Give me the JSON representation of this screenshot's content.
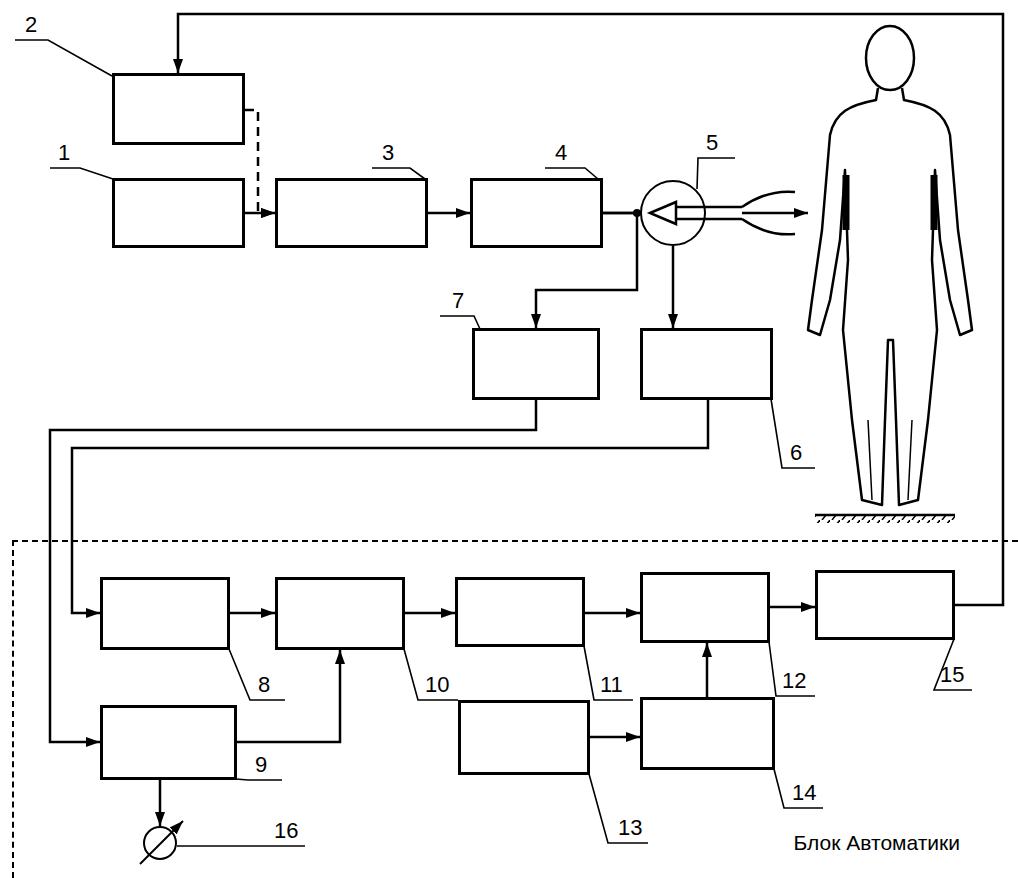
{
  "diagram": {
    "nodes": [
      {
        "text": [
          "2"
        ]
      },
      {
        "text": [
          "1"
        ]
      },
      {
        "text": [
          "3"
        ]
      },
      {
        "text": [
          "4"
        ]
      },
      {
        "text": [
          "5"
        ]
      },
      {
        "text": [
          "7"
        ]
      },
      {
        "text": [
          "6"
        ]
      },
      {
        "text": [
          "Блок Автоматики"
        ]
      },
      {
        "text": [
          "8"
        ],
        "in": 7
      },
      {
        "text": [
          "10"
        ],
        "in": 7
      },
      {
        "text": [
          "11"
        ],
        "in": 7
      },
      {
        "text": [
          "12"
        ],
        "in": 7
      },
      {
        "text": [
          "15"
        ],
        "in": 7
      },
      {
        "text": [
          "9"
        ],
        "in": 7
      },
      {
        "text": [
          "13"
        ],
        "in": 7
      },
      {
        "text": [
          "14"
        ],
        "in": 7
      },
      {
        "text": [
          "16"
        ],
        "in": 7
      }
    ],
    "edges": [
      {
        "from": 1,
        "to": 2,
        "arrow": "to"
      },
      {
        "from": 0,
        "to": 2,
        "arrow": "to"
      },
      {
        "from": 2,
        "to": 3,
        "arrow": "to"
      },
      {
        "from": 3,
        "to": 4,
        "arrow": "none"
      },
      {
        "from": 3,
        "to": 5,
        "arrow": "to"
      },
      {
        "from": 4,
        "to": 6,
        "arrow": "to"
      },
      {
        "from": 5,
        "to": 13,
        "arrow": "to"
      },
      {
        "from": 6,
        "to": 8,
        "arrow": "to"
      },
      {
        "from": 8,
        "to": 9,
        "arrow": "to"
      },
      {
        "from": 13,
        "to": 9,
        "arrow": "to"
      },
      {
        "from": 9,
        "to": 10,
        "arrow": "to"
      },
      {
        "from": 10,
        "to": 11,
        "arrow": "to"
      },
      {
        "from": 11,
        "to": 12,
        "arrow": "to"
      },
      {
        "from": 14,
        "to": 15,
        "arrow": "to"
      },
      {
        "from": 15,
        "to": 11,
        "arrow": "to"
      },
      {
        "from": 12,
        "to": 0,
        "arrow": "to"
      },
      {
        "from": 13,
        "to": 16,
        "arrow": "to"
      }
    ]
  }
}
